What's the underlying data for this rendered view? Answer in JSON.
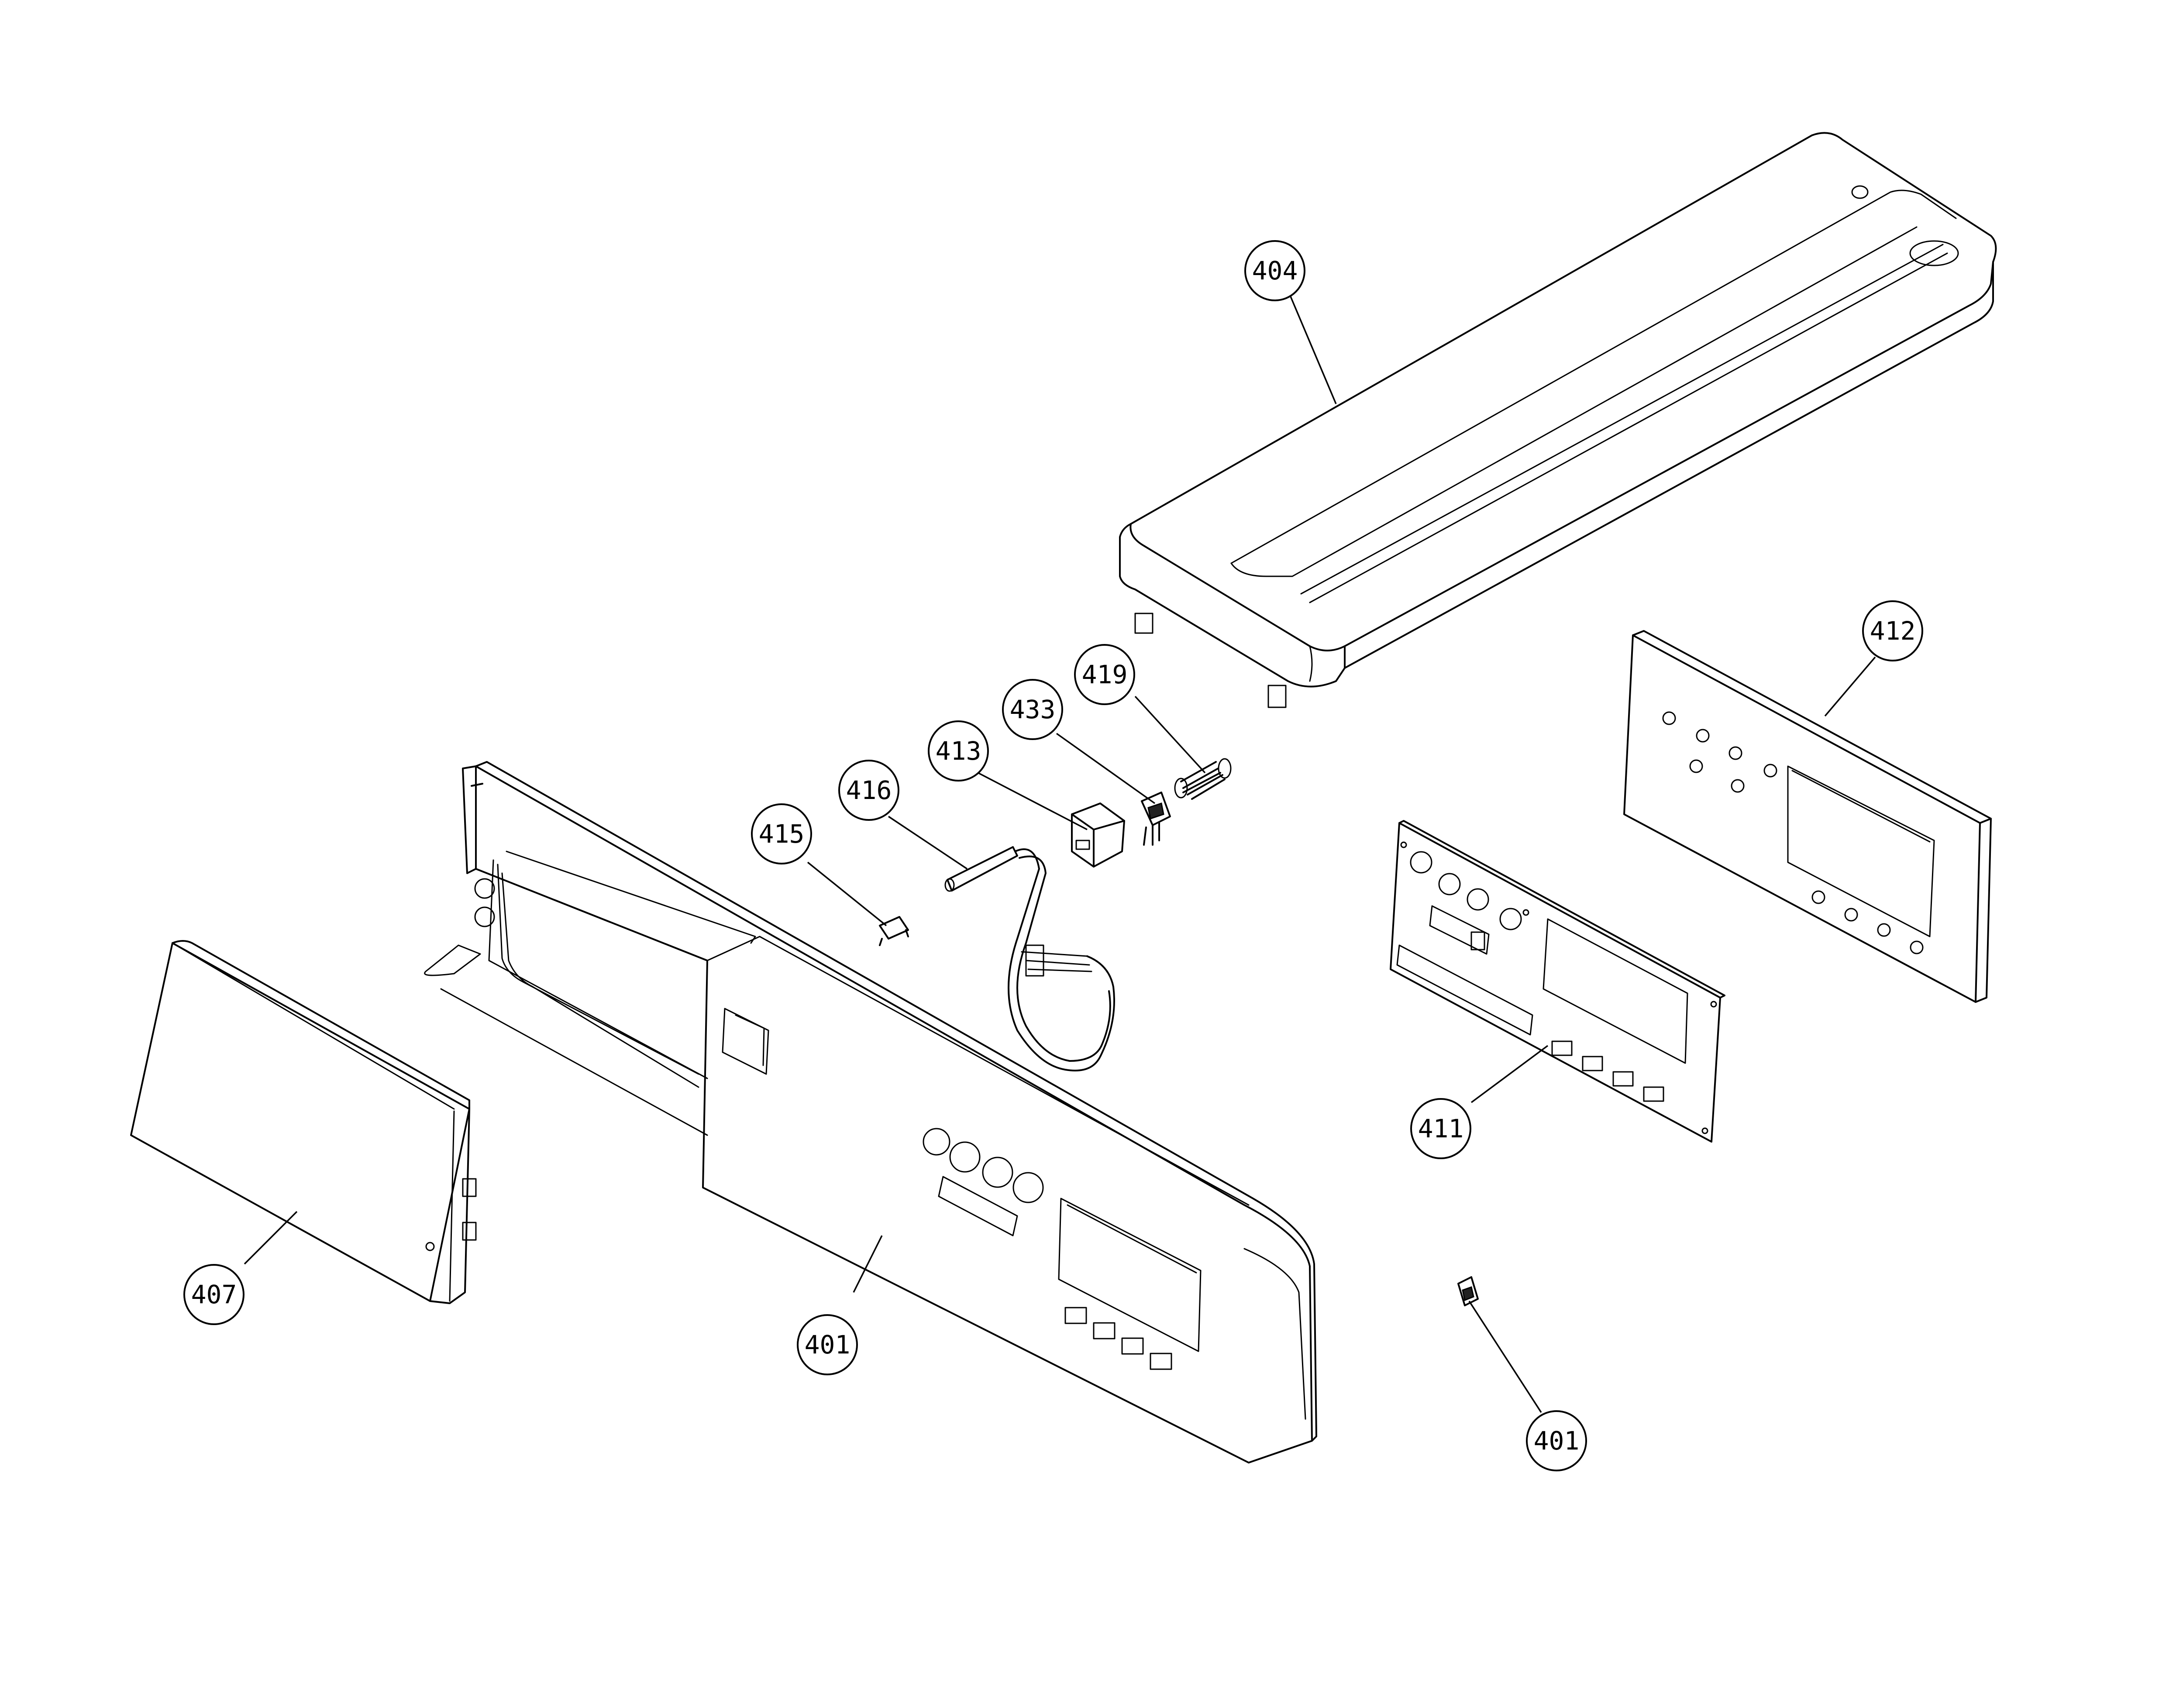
{
  "diagram": {
    "callouts": [
      {
        "id": "c404",
        "label": "404"
      },
      {
        "id": "c412",
        "label": "412"
      },
      {
        "id": "c419",
        "label": "419"
      },
      {
        "id": "c433",
        "label": "433"
      },
      {
        "id": "c413",
        "label": "413"
      },
      {
        "id": "c416",
        "label": "416"
      },
      {
        "id": "c415",
        "label": "415"
      },
      {
        "id": "c411",
        "label": "411"
      },
      {
        "id": "c407",
        "label": "407"
      },
      {
        "id": "c401a",
        "label": "401"
      },
      {
        "id": "c401b",
        "label": "401"
      }
    ]
  }
}
